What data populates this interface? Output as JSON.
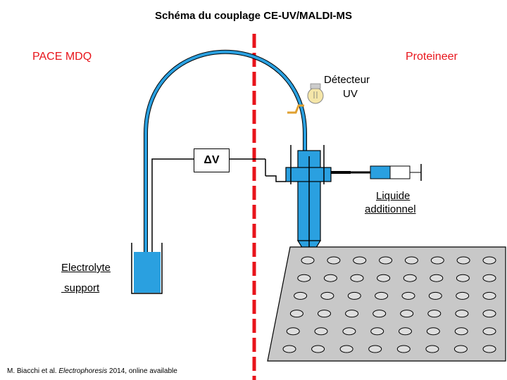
{
  "title": "Schéma du couplage CE-UV/MALDI-MS",
  "instruments": {
    "left": "PACE MDQ",
    "right": "Proteineer"
  },
  "detector": {
    "line1": "Détecteur",
    "line2": "UV"
  },
  "voltage_label": "ΔV",
  "liquid_label": {
    "line1": "Liquide",
    "line2": "additionnel"
  },
  "electrolyte_label": {
    "line1": "Electrolyte",
    "line2": " support"
  },
  "citation": {
    "prefix": "M. Biacchi et al. ",
    "journal": "Electrophoresis",
    "suffix": " 2014, online available"
  },
  "colors": {
    "accent_blue": "#2aa0e0",
    "divider_red": "#e8141b",
    "plate_gray": "#c8c8c8",
    "well_gray": "#dedede",
    "bulb_yellow": "#f5e6a8",
    "connector_orange": "#e0a030"
  },
  "icons": [
    "light-bulb-icon",
    "syringe-icon"
  ],
  "plate": {
    "rows": 6,
    "cols": 8
  }
}
